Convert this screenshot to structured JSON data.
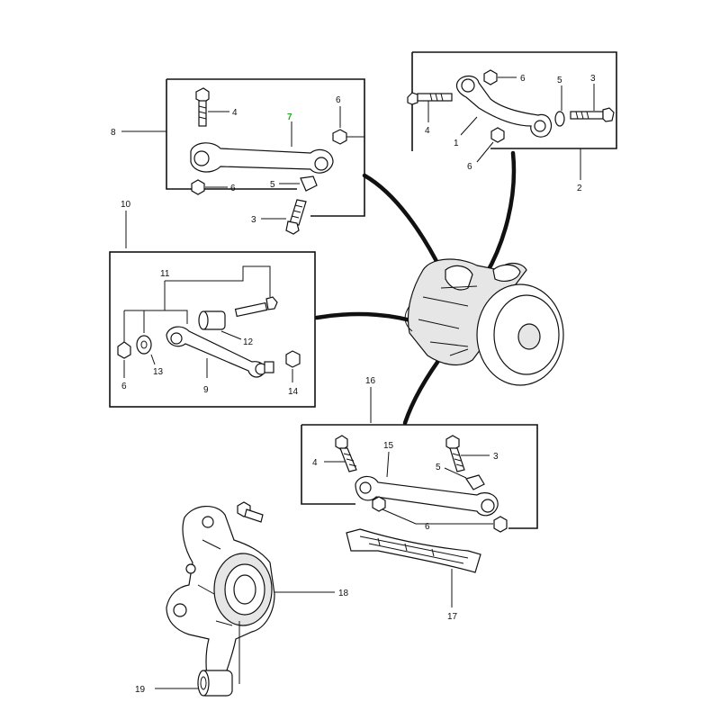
{
  "callouts": {
    "c1": "1",
    "c2": "2",
    "c3": "3",
    "c4": "4",
    "c5": "5",
    "c6": "6",
    "c7": "7",
    "c8": "8",
    "c9": "9",
    "c10": "10",
    "c11": "11",
    "c12": "12",
    "c13": "13",
    "c14": "14",
    "c15": "15",
    "c16": "16",
    "c17": "17",
    "c18": "18",
    "c19": "19"
  },
  "highlight_color": "#22aa22"
}
